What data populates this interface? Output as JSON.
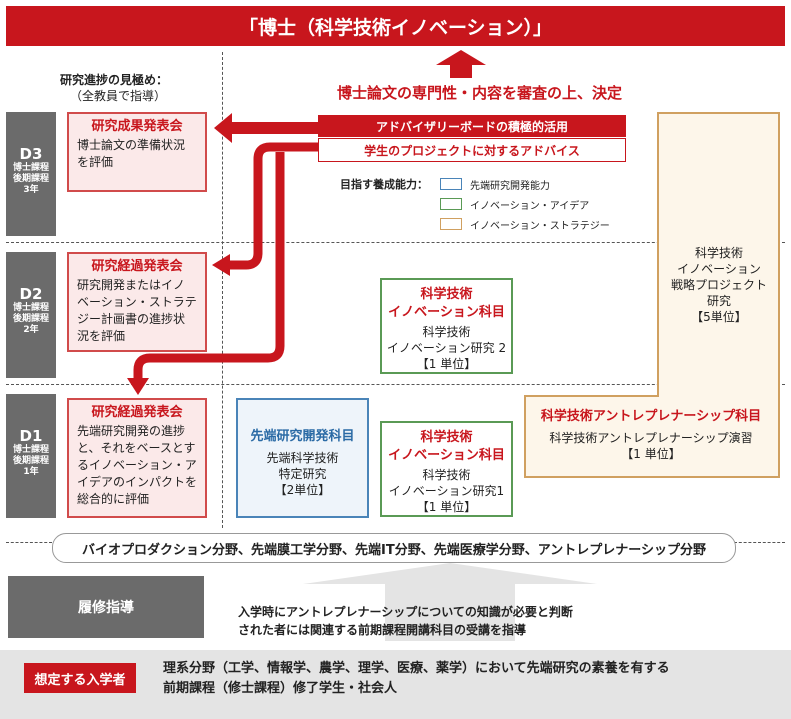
{
  "title": "「博士（科学技術イノベーション）」",
  "progress_note": {
    "line1": "研究進捗の見極め：",
    "line2": "（全教員で指導）"
  },
  "decision_text": "博士論文の専門性・内容を審査の上、決定",
  "advisory": {
    "board": "アドバイザリーボードの積極的活用",
    "advice": "学生のプロジェクトに対するアドバイス"
  },
  "legend": {
    "label": "目指す養成能力：",
    "items": [
      {
        "text": "先端研究開発能力",
        "color": "#4a84b8"
      },
      {
        "text": "イノベーション・アイデア",
        "color": "#5a9a55"
      },
      {
        "text": "イノベーション・ストラテジー",
        "color": "#d0a060"
      }
    ]
  },
  "years": [
    {
      "code": "D3",
      "course_line1": "博士課程",
      "course_line2": "後期課程",
      "year": "3年"
    },
    {
      "code": "D2",
      "course_line1": "博士課程",
      "course_line2": "後期課程",
      "year": "2年"
    },
    {
      "code": "D1",
      "course_line1": "博士課程",
      "course_line2": "後期課程",
      "year": "1年"
    }
  ],
  "evaluations": {
    "d3": {
      "heading": "研究成果発表会",
      "lines": [
        "博士論文の準備状況",
        "を評価"
      ]
    },
    "d2": {
      "heading": "研究経過発表会",
      "lines": [
        "研究開発またはイノ",
        "ベーション・ストラテ",
        "ジー計画書の進捗状",
        "況を評価"
      ]
    },
    "d1": {
      "heading": "研究経過発表会",
      "lines": [
        "先端研究開発の進捗",
        "と、それをベースとす",
        "るイノベーション・ア",
        "イデアのインパクトを",
        "総合的に評価"
      ]
    }
  },
  "courses": {
    "strategy_project": {
      "lines": [
        "科学技術",
        "イノベーション",
        "戦略プロジェクト",
        "研究",
        "【5単位】"
      ]
    },
    "innovation_d2": {
      "heading_line1": "科学技術",
      "heading_line2": "イノベーション科目",
      "lines": [
        "科学技術",
        "イノベーション研究 2",
        "【1 単位】"
      ]
    },
    "advanced_rd": {
      "heading": "先端研究開発科目",
      "lines": [
        "先端科学技術",
        "特定研究",
        "【2単位】"
      ]
    },
    "innovation_d1": {
      "heading_line1": "科学技術",
      "heading_line2": "イノベーション科目",
      "lines": [
        "科学技術",
        "イノベーション研究1",
        "【1 単位】"
      ]
    },
    "entrepreneurship": {
      "heading": "科学技術アントレプレナーシップ科目",
      "lines": [
        "科学技術アントレプレナーシップ演習",
        "【1 単位】"
      ]
    }
  },
  "fields": "バイオプロダクション分野、先端膜工学分野、先端IT分野、先端医療学分野、アントレプレナーシップ分野",
  "guidance": {
    "label": "履修指導",
    "line1": "入学時にアントレプレナーシップについての知識が必要と判断",
    "line2": "された者には関連する前期課程開講科目の受講を指導"
  },
  "applicants": {
    "label": "想定する入学者",
    "line1": "理系分野（工学、情報学、農学、理学、医療、薬学）において先端研究の素養を有する",
    "line2": "前期課程（修士課程）修了学生・社会人"
  }
}
